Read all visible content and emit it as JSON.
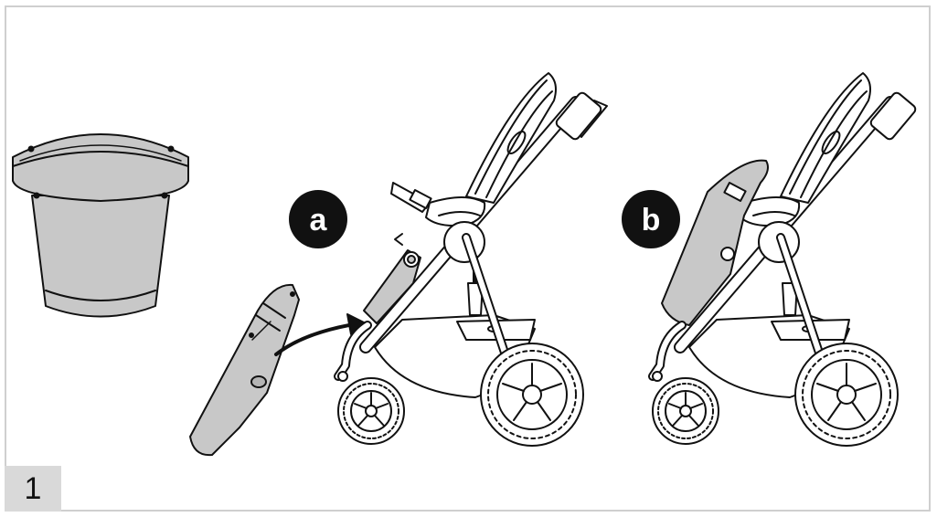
{
  "step_number": "1",
  "panels": {
    "a": {
      "label": "a"
    },
    "b": {
      "label": "b"
    }
  },
  "colors": {
    "part_fill": "#c8c8c8",
    "part_fill_dark": "#b4b4b4",
    "line": "#111111",
    "step_box": "#d9d9d9",
    "badge": "#111111"
  }
}
